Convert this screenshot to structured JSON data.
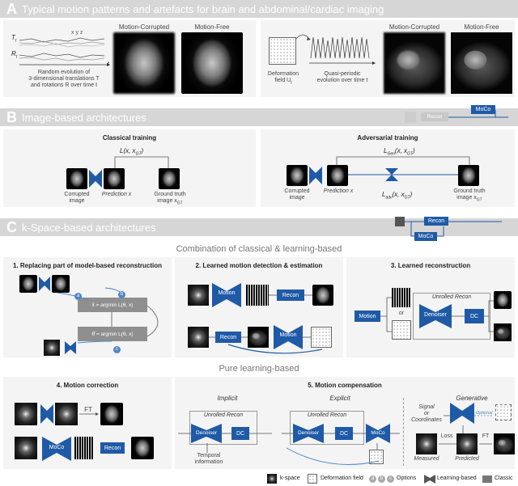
{
  "sectionA": {
    "letter": "A",
    "title": "Typical motion patterns and artefacts for brain and abdominal/cardiac imaging",
    "t_label": "T",
    "t_sub": "t",
    "r_label": "R",
    "r_sub": "t",
    "axes": "x  y  z",
    "time_t": "t",
    "random_caption_1": "Random evolution of",
    "random_caption_2": "3-dimensional translations T",
    "random_caption_3": "and rotations R over time t",
    "motion_corrupted": "Motion-Corrupted",
    "motion_free": "Motion-Free",
    "deformation_1": "Deformation",
    "deformation_2": "field U",
    "deformation_sub": "t",
    "quasi_1": "Quasi-periodic",
    "quasi_2": "evolution over time t",
    "motion_corrupted_2": "Motion-Corrupted",
    "motion_free_2": "Motion-Free"
  },
  "sectionB": {
    "letter": "B",
    "title": "Image-based architectures",
    "recon": "Recon",
    "moco": "MoCo",
    "classical_title": "Classical training",
    "classical_loss": "L(x, x",
    "classical_loss_sub": "GT",
    "corrupted_1": "Corrupted",
    "corrupted_2": "image",
    "prediction": "Prediction x",
    "gt_1": "Ground truth",
    "gt_2": "image x",
    "gt_sub": "GT",
    "adversarial_title": "Adversarial training",
    "l_gen": "L",
    "l_gen_sub": "Gen",
    "l_gen_args": "(x, x",
    "l_adv": "L",
    "l_adv_sub": "adv",
    "l_adv_args": "(x, x",
    "adv_corrupted_1": "Corrupted",
    "adv_corrupted_2": "image",
    "adv_prediction": "Prediction x",
    "adv_gt_1": "Ground truth",
    "adv_gt_2": "image x",
    "adv_gt_sub": "GT"
  },
  "sectionC": {
    "letter": "C",
    "title": "k-Space-based architectures",
    "recon": "Recon",
    "moco": "MoCo",
    "combination": "Combination of classical & learning-based",
    "p1_title": "1. Replacing part of model-based reconstruction",
    "eq1": "x̂ = argmin L(θ, x)",
    "eq1_sub": "x",
    "eq2": "θ̂ = argmin L(θ, x)",
    "eq2_sub": "θ",
    "opt_a": "a",
    "opt_b": "b",
    "opt_c": "c",
    "p2_title": "2. Learned motion detection & estimation",
    "p2_motion": "Motion",
    "p2_recon": "Recon",
    "p2_recon2": "Recon",
    "p2_motion2": "Motion",
    "p3_title": "3. Learned reconstruction",
    "p3_unrolled": "Unrolled Recon",
    "p3_motion": "Motion",
    "p3_or": "or",
    "p3_denoiser": "Denoiser",
    "p3_dc": "DC",
    "pure": "Pure learning-based",
    "p4_title": "4. Motion correction",
    "p4_ft": "FT",
    "p4_moco": "MoCo",
    "p4_recon": "Recon",
    "p5_title": "5. Motion compensation",
    "implicit": "Implicit",
    "explicit": "Explicit",
    "generative": "Generative",
    "imp_unrolled": "Unrolled Recon",
    "imp_denoiser": "Denoiser",
    "imp_dc": "DC",
    "temporal_1": "Temporal",
    "temporal_2": "information",
    "exp_unrolled": "Unrolled Recon",
    "exp_denoiser": "Denoiser",
    "exp_dc": "DC",
    "exp_moco": "MoCo",
    "signal_1": "Signal",
    "signal_2": "or",
    "signal_3": "Coordinates",
    "optional": "Optional",
    "loss": "Loss",
    "ft": "FT",
    "measured": "Measured",
    "predicted": "Predicted"
  },
  "legend": {
    "kspace": "k-space",
    "deformation": "Deformation field",
    "options": "Options",
    "learning": "Learning-based",
    "classic": "Classic"
  },
  "colors": {
    "blue": "#1f5aa6",
    "light_blue": "#4f86c6",
    "section_bar": "#d6d6d6",
    "panel": "#f4f4f4"
  }
}
